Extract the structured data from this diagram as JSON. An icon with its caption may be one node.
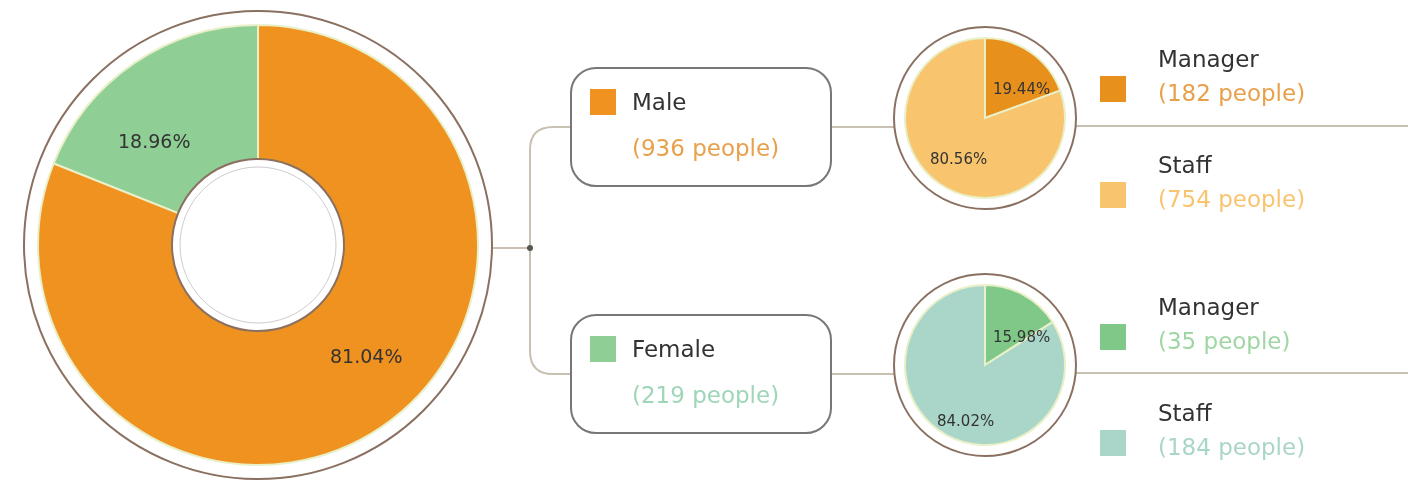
{
  "diagram": {
    "nodes": [
      {
        "text": [
          "18.96%",
          "81.04%"
        ]
      },
      {
        "text": [
          "Male",
          "(936 people)"
        ]
      },
      {
        "text": [
          "Female",
          "(219 people)"
        ]
      },
      {
        "text": [
          "19.44%",
          "80.56%"
        ]
      },
      {
        "text": [
          "15.98%",
          "84.02%"
        ]
      }
    ],
    "edges": [
      {
        "from": 0,
        "to": 1,
        "arrow": "none"
      },
      {
        "from": 0,
        "to": 2,
        "arrow": "none"
      },
      {
        "from": 1,
        "to": 3,
        "arrow": "none"
      },
      {
        "from": 2,
        "to": 4,
        "arrow": "none"
      },
      {
        "from": 3,
        "to": null,
        "arrow": "none"
      },
      {
        "from": 4,
        "to": null,
        "arrow": "none"
      }
    ],
    "legend": [
      {
        "text": "Manager (182 people)",
        "color": "#e8901c"
      },
      {
        "text": "Staff (754 people)",
        "color": "#f9c46e"
      },
      {
        "text": "Manager (35 people)",
        "color": "#80c888"
      },
      {
        "text": "Staff (184 people)",
        "color": "#a9d6c8"
      }
    ]
  }
}
